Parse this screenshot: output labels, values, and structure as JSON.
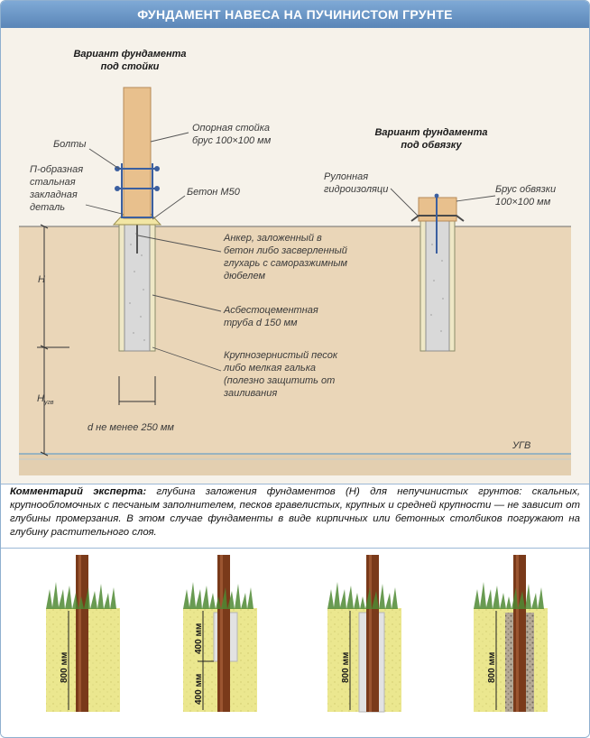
{
  "title": "ФУНДАМЕНТ НАВЕСА НА ПУЧИНИСТОМ ГРУНТЕ",
  "left_variant": {
    "title_line1": "Вариант фундамента",
    "title_line2": "под стойки",
    "post_line1": "Опорная стойка",
    "post_line2": "брус 100×100 мм",
    "bolts": "Болты",
    "bracket_line1": "П-образная",
    "bracket_line2": "стальная",
    "bracket_line3": "закладная",
    "bracket_line4": "деталь",
    "concrete": "Бетон М50",
    "anchor_line1": "Анкер, заложенный в",
    "anchor_line2": "бетон либо засверленный",
    "anchor_line3": "глухарь с саморазжимным",
    "anchor_line4": "дюбелем",
    "pipe_line1": "Асбестоцементная",
    "pipe_line2": "труба d 150 мм",
    "sand_line1": "Крупнозернистый песок",
    "sand_line2": "либо мелкая галька",
    "sand_line3": "(полезно защитить от",
    "sand_line4": "заиливания",
    "dim_h": "H",
    "dim_hugv": "H",
    "dim_hugv_sub": "угв",
    "dim_d": "d не менее 250 мм",
    "ugv": "УГВ"
  },
  "right_variant": {
    "title_line1": "Вариант фундамента",
    "title_line2": "под обвязку",
    "roll_line1": "Рулонная",
    "roll_line2": "гидроизоляци",
    "beam_line1": "Брус обвязки",
    "beam_line2": "100×100 мм"
  },
  "comment": {
    "label": "Комментарий эксперта:",
    "text": " глубина заложения фундаментов (Н) для непучинистых грунтов: скальных, крупнообломочных с песчаным заполнителем, песков гравелистых, крупных и средней крупности — не зависит от глубины промерзания. В этом случае фундаменты в виде кирпичных или бетонных столбиков погружают на глубину растительного слоя."
  },
  "bottom_panels": [
    {
      "label_full": "800 мм"
    },
    {
      "label_top": "400 мм",
      "label_bottom": "400 мм"
    },
    {
      "label_full": "800 мм"
    },
    {
      "label_full": "800 мм"
    }
  ],
  "colors": {
    "title_bg": "#6f9bcc",
    "soil": "#e9d3b4",
    "sky": "#f6f2ea",
    "post": "#e7c08e",
    "pipe": "#d5d5d5",
    "yellow_soil": "#e9e98c",
    "pole": "#7a3a1a",
    "grass": "#3c7a2a"
  }
}
